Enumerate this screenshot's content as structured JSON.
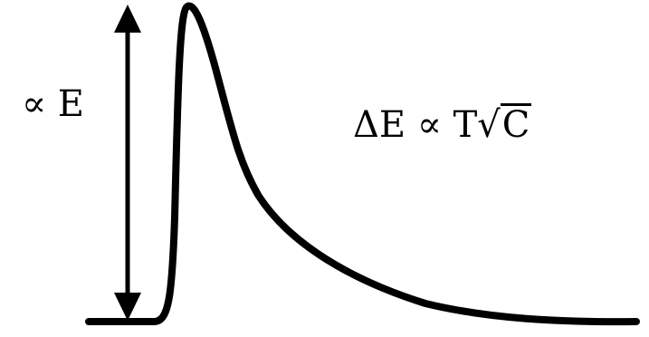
{
  "labels": {
    "amplitude_prop": "∝",
    "amplitude_symbol": "E",
    "resolution_delta": "ΔE",
    "resolution_prop": "∝",
    "resolution_factor": "T",
    "resolution_root_sign": "√",
    "resolution_root_content": "C"
  },
  "colors": {
    "stroke": "#000000",
    "background": "#ffffff"
  }
}
